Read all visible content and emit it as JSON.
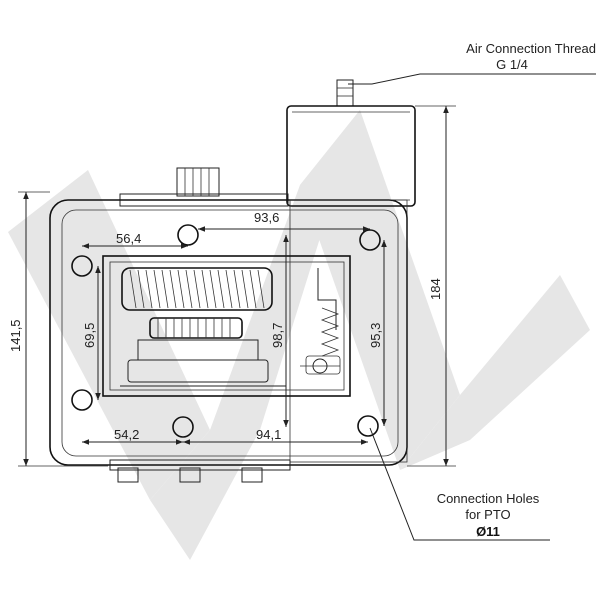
{
  "callouts": {
    "air_line1": "Air Connection Thread",
    "air_line2": "G 1/4",
    "holes_line1": "Connection Holes",
    "holes_line2": "for PTO",
    "holes_line3": "Ø11"
  },
  "dimensions": {
    "d_93_6": "93,6",
    "d_56_4": "56,4",
    "d_69_5": "69,5",
    "d_98_7": "98,7",
    "d_95_3": "95,3",
    "d_54_2": "54,2",
    "d_94_1": "94,1",
    "d_141_5": "141,5",
    "d_184": "184"
  },
  "colors": {
    "watermark": "#e6e6e6",
    "line": "#222222"
  }
}
